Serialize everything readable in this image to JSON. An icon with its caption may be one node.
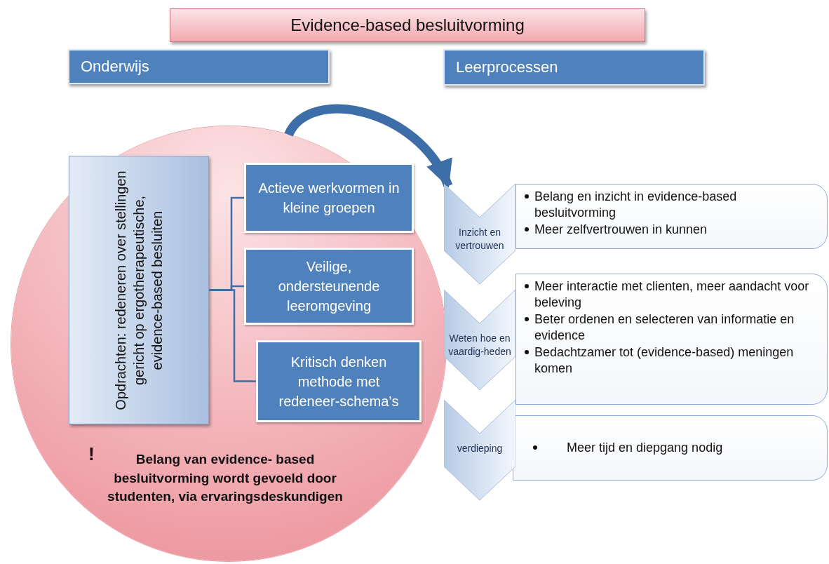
{
  "diagram": {
    "nodes": [
      {
        "text": [
          "Evidence-based besluitvorming"
        ]
      },
      {
        "text": [
          "Onderwijs"
        ]
      },
      {
        "text": [
          "Leerprocessen"
        ]
      },
      {
        "text": [
          "!",
          "Belang van evidence- based besluitvorming wordt gevoeld door studenten, via ervaringsdeskundigen"
        ]
      },
      {
        "text": [
          "Opdrachten: redeneren over stellingen gericht op ergotherapeutische, evidence-based besluiten"
        ],
        "in": 3
      },
      {
        "text": [
          "Actieve werkvormen in kleine groepen"
        ],
        "in": 3
      },
      {
        "text": [
          "Veilige, ondersteunende leeromgeving"
        ],
        "in": 3
      },
      {
        "text": [
          "Kritisch denken methode met redeneer-schema’s"
        ],
        "in": 3
      },
      {
        "text": [
          "Inzicht en vertrouwen"
        ]
      },
      {
        "text": [
          "Weten hoe en vaardig-heden"
        ]
      },
      {
        "text": [
          "verdieping"
        ]
      },
      {
        "text": [
          "Belang en inzicht in evidence-based besluitvorming",
          "Meer zelfvertrouwen in kunnen"
        ]
      },
      {
        "text": [
          "Meer interactie met clienten, meer aandacht voor beleving",
          "Beter ordenen en selecteren van informatie en evidence",
          "Bedachtzamer tot (evidence-based) meningen komen"
        ]
      },
      {
        "text": [
          "Meer tijd en diepgang nodig"
        ]
      }
    ],
    "edges": [
      {
        "from": 4,
        "to": 5,
        "arrow": "none"
      },
      {
        "from": 4,
        "to": 6,
        "arrow": "none"
      },
      {
        "from": 4,
        "to": 7,
        "arrow": "none"
      },
      {
        "from": 3,
        "to": 8,
        "arrow": "to",
        "style": "thick"
      }
    ]
  }
}
